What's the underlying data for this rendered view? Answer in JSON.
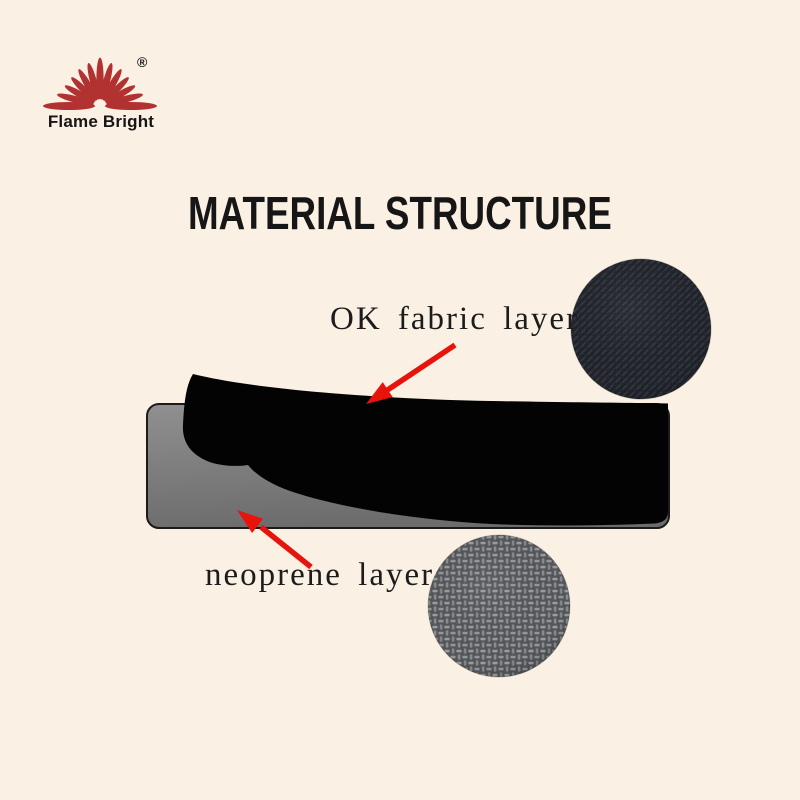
{
  "page": {
    "background": "#FAF0E3"
  },
  "logo": {
    "brand": "Flame Bright",
    "registered": "®",
    "ray_color": "#B23231"
  },
  "title": "MATERIAL STRUCTURE",
  "labels": {
    "fabric": "OK fabric layer",
    "neoprene": "neoprene layer"
  },
  "colors": {
    "arrow": "#E8130B",
    "fabric_layer": "#030303",
    "neoprene_light": "#8F8F8F",
    "neoprene_dark": "#6C6C6C",
    "fabric_swatch_base": "#23262C",
    "neoprene_swatch_base": "#54565A"
  }
}
